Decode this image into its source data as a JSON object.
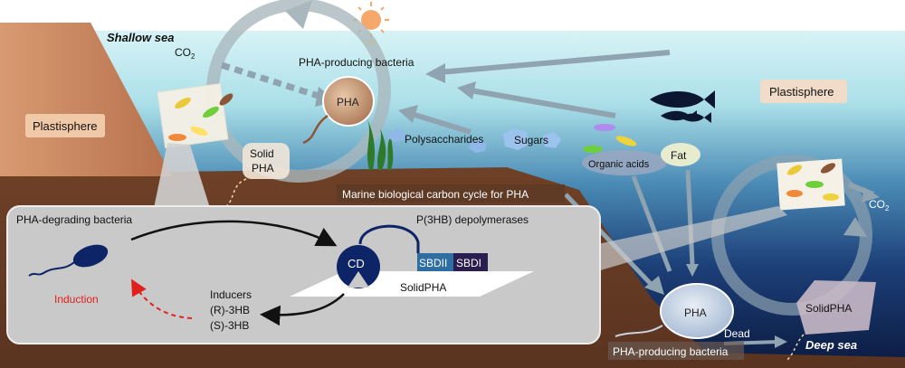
{
  "labels": {
    "shallow_sea": "Shallow sea",
    "co2_top": "CO",
    "co2_top_sub": "2",
    "pha_producing_top": "PHA-producing bacteria",
    "pha_cell_top": "PHA",
    "plastisphere_left": "Plastisphere",
    "solid_pha_top_line1": "Solid",
    "solid_pha_top_line2": "PHA",
    "polysaccharides": "Polysaccharides",
    "sugars": "Sugars",
    "organic_acids": "Organic acids",
    "fat": "Fat",
    "plastisphere_right": "Plastisphere",
    "co2_right": "CO",
    "co2_right_sub": "2",
    "marine_cycle_title": "Marine biological carbon cycle for PHA",
    "pha_degrading": "PHA-degrading bacteria",
    "depolymerases": "P(3HB) depolymerases",
    "induction": "Induction",
    "cd": "CD",
    "sbdii": "SBDII",
    "sbdi": "SBDI",
    "solid_pha_inset": "SolidPHA",
    "inducers": "Inducers",
    "r_3hb": "(R)-3HB",
    "s_3hb": "(S)-3HB",
    "pha_cell_deep": "PHA",
    "dead": "Dead",
    "pha_producing_deep": "PHA-producing bacteria",
    "solid_pha_deep": "SolidPHA",
    "deep_sea": "Deep sea"
  },
  "colors": {
    "sky_top": "#ffffff",
    "sea_shallow": "#bfe8ef",
    "sea_mid": "#3a78a8",
    "sea_deep": "#0d1f4a",
    "land": "#c98a66",
    "land_dark": "#8a5638",
    "inset_bg": "#c9c9c9",
    "induction_red": "#e0201c",
    "cd_blue": "#0d2466",
    "sbdii_blue": "#2f6ea3",
    "sbdi_purple": "#2a1d4f",
    "label_box": "#f0dcc8"
  }
}
